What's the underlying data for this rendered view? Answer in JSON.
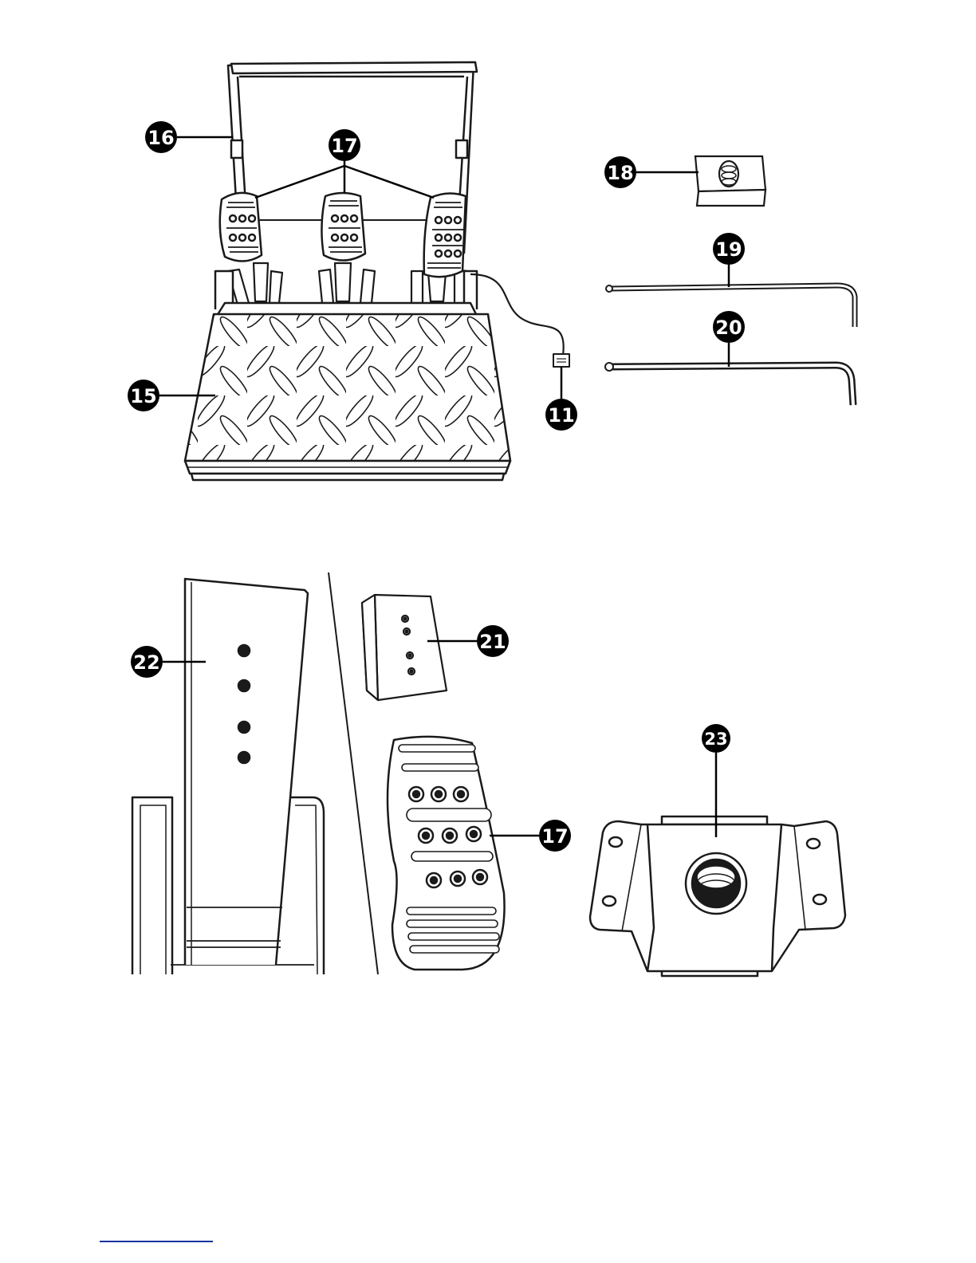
{
  "figure": {
    "kind": "exploded parts diagram",
    "subject": "pedal set",
    "colors": {
      "line": "#1a1a1a",
      "badge": "#000000",
      "badge_text": "#ffffff",
      "footer_rule": "#1a33a0"
    }
  },
  "callouts": {
    "c11": "11",
    "c15": "15",
    "c16": "16",
    "c17_top": "17",
    "c18": "18",
    "c19": "19",
    "c20": "20",
    "c21": "21",
    "c22": "22",
    "c17_bottom": "17",
    "c23": "23"
  }
}
